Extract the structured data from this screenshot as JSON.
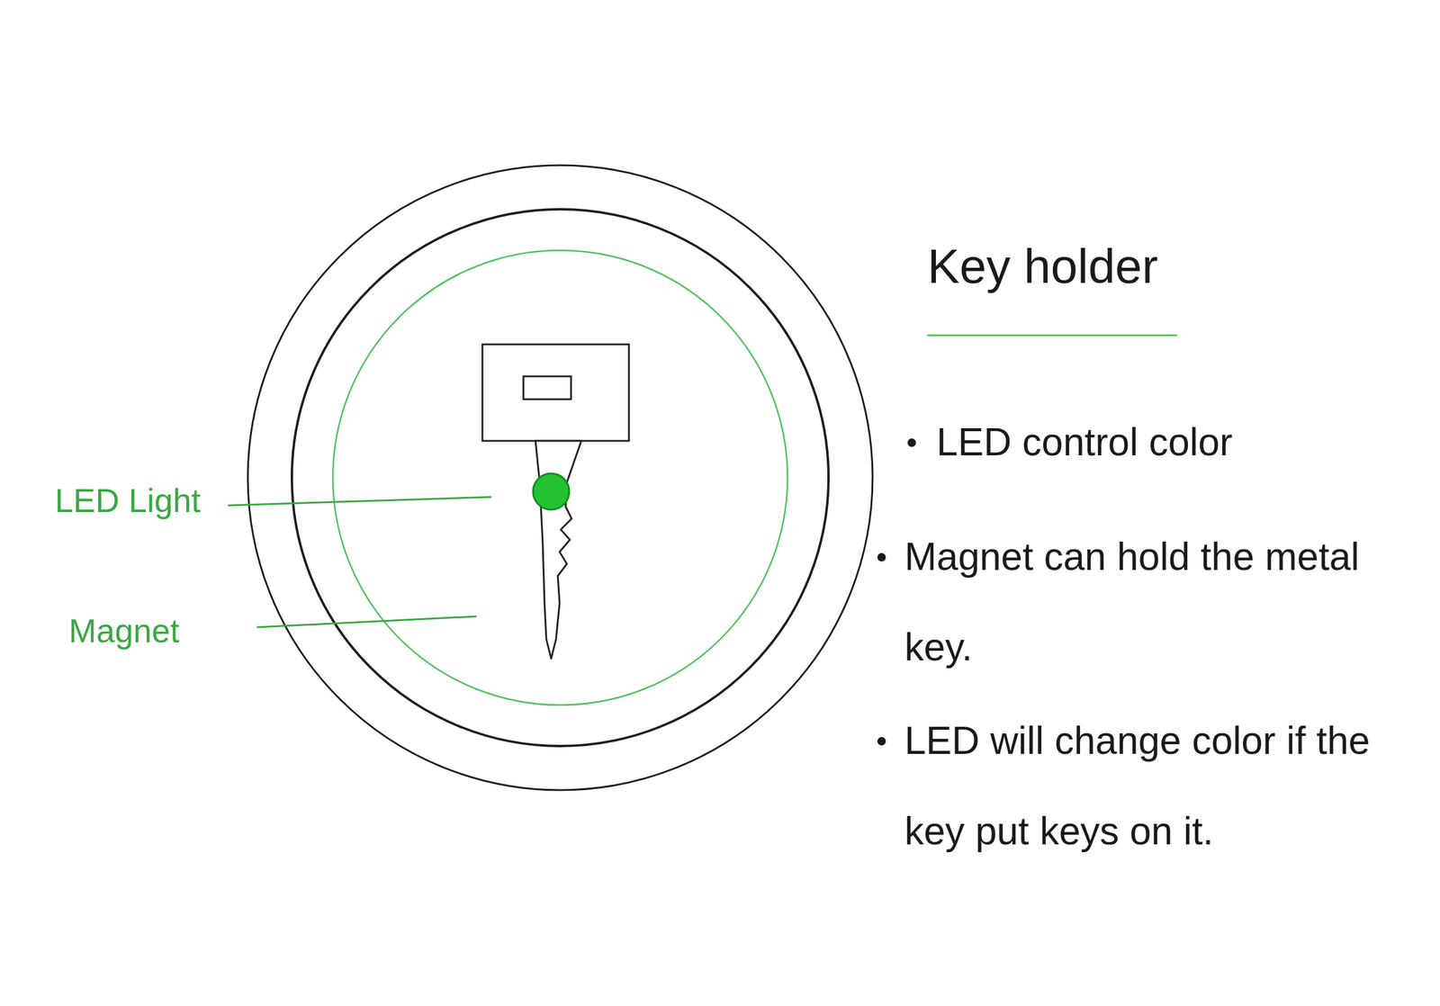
{
  "diagram": {
    "title": "Key holder",
    "labels": [
      "LED Light",
      "Magnet",
      "LED control color",
      "Magnet can hold the metal key.",
      "LED will change color if the key put keys on it."
    ]
  }
}
